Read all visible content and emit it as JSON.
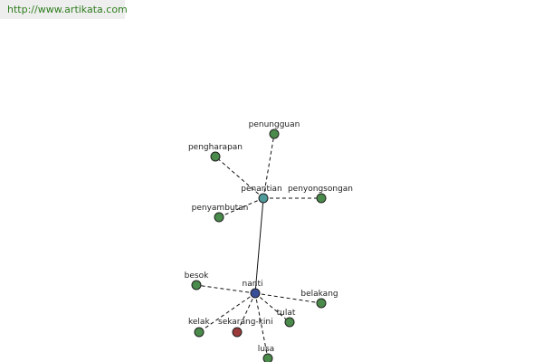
{
  "url": "http://www.artikata.com",
  "colors": {
    "leaf": "#4a8a4a",
    "hub_penantian": "#4f9a9a",
    "hub_nanti": "#3a4f9a",
    "special": "#9a3a3a",
    "edge": "#111111",
    "url_bg": "#eeeeee",
    "url_text": "#2e7d1e"
  },
  "graph": {
    "nodes": [
      {
        "id": "penantian",
        "label": "penantian",
        "kind": "hub_penantian"
      },
      {
        "id": "nanti",
        "label": "nanti",
        "kind": "hub_nanti"
      },
      {
        "id": "penunggu",
        "label": "penungguan",
        "kind": "leaf"
      },
      {
        "id": "pengharapan",
        "label": "pengharapan",
        "kind": "leaf"
      },
      {
        "id": "penyongsongan",
        "label": "penyongsongan",
        "kind": "leaf"
      },
      {
        "id": "penyambutan",
        "label": "penyambutan",
        "kind": "leaf"
      },
      {
        "id": "besok",
        "label": "besok",
        "kind": "leaf"
      },
      {
        "id": "belakang",
        "label": "belakang",
        "kind": "leaf"
      },
      {
        "id": "tulat",
        "label": "tulat",
        "kind": "leaf"
      },
      {
        "id": "kelak",
        "label": "kelak",
        "kind": "leaf"
      },
      {
        "id": "sekarang",
        "label": "sekarang-kini",
        "kind": "special"
      },
      {
        "id": "lusa",
        "label": "lusa",
        "kind": "leaf"
      }
    ],
    "edges": [
      {
        "from": "penantian",
        "to": "nanti",
        "style": "solid"
      },
      {
        "from": "penantian",
        "to": "penunggu",
        "style": "dashed"
      },
      {
        "from": "penantian",
        "to": "pengharapan",
        "style": "dashed"
      },
      {
        "from": "penantian",
        "to": "penyongsongan",
        "style": "dashed"
      },
      {
        "from": "penantian",
        "to": "penyambutan",
        "style": "dashed"
      },
      {
        "from": "nanti",
        "to": "besok",
        "style": "dashed"
      },
      {
        "from": "nanti",
        "to": "belakang",
        "style": "dashed"
      },
      {
        "from": "nanti",
        "to": "tulat",
        "style": "dashed"
      },
      {
        "from": "nanti",
        "to": "kelak",
        "style": "dashed"
      },
      {
        "from": "nanti",
        "to": "sekarang",
        "style": "dashed"
      },
      {
        "from": "nanti",
        "to": "lusa",
        "style": "dashed"
      }
    ]
  }
}
